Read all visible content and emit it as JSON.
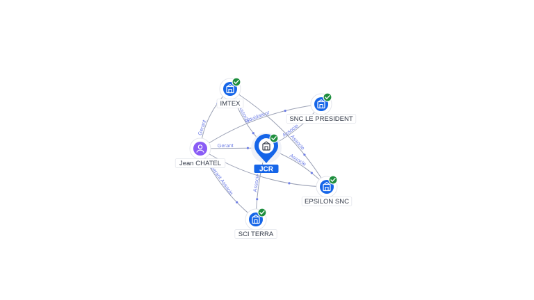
{
  "colors": {
    "company": "#1565e8",
    "person": "#8a5cf5",
    "check": "#1e8e3e",
    "edge": "#9aa0b4",
    "edge_label": "#6f7fe6",
    "center_tag": "#1565e8"
  },
  "icons": {
    "company": "building-icon",
    "person": "person-icon",
    "verified": "check-badge-icon",
    "center": "location-pin-icon"
  },
  "nodes": [
    {
      "id": "jcr",
      "label": "JCR",
      "type": "center",
      "verified": true
    },
    {
      "id": "imtex",
      "label": "IMTEX",
      "type": "company",
      "verified": true
    },
    {
      "id": "snc-le-president",
      "label": "SNC LE PRESIDENT",
      "type": "company",
      "verified": true
    },
    {
      "id": "jean-chatel",
      "label": "Jean CHATEL",
      "type": "person",
      "verified": false
    },
    {
      "id": "epsilon-snc",
      "label": "EPSILON SNC",
      "type": "company",
      "verified": true
    },
    {
      "id": "sci-terra",
      "label": "SCI TERRA",
      "type": "company",
      "verified": true
    }
  ],
  "edges": [
    {
      "id": "e1",
      "from": "jean-chatel",
      "to": "imtex",
      "label": "Gerant"
    },
    {
      "id": "e2",
      "from": "imtex",
      "to": "jcr",
      "label": "Associe"
    },
    {
      "id": "e3",
      "from": "jean-chatel",
      "to": "jcr",
      "label": "Gerant"
    },
    {
      "id": "e4",
      "from": "jean-chatel",
      "to": "snc-le-president",
      "label": "Liquidateur"
    },
    {
      "id": "e5",
      "from": "jcr",
      "to": "snc-le-president",
      "label": "Associe"
    },
    {
      "id": "e6",
      "from": "jean-chatel",
      "to": "sci-terra",
      "label": "Gerant Associe"
    },
    {
      "id": "e7",
      "from": "jcr",
      "to": "sci-terra",
      "label": "Associe"
    },
    {
      "id": "e8",
      "from": "jcr",
      "to": "epsilon-snc",
      "label": "Associe"
    },
    {
      "id": "e9",
      "from": "jean-chatel",
      "to": "epsilon-snc",
      "label": ""
    },
    {
      "id": "e10",
      "from": "imtex",
      "to": "epsilon-snc",
      "label": "Associe"
    }
  ]
}
